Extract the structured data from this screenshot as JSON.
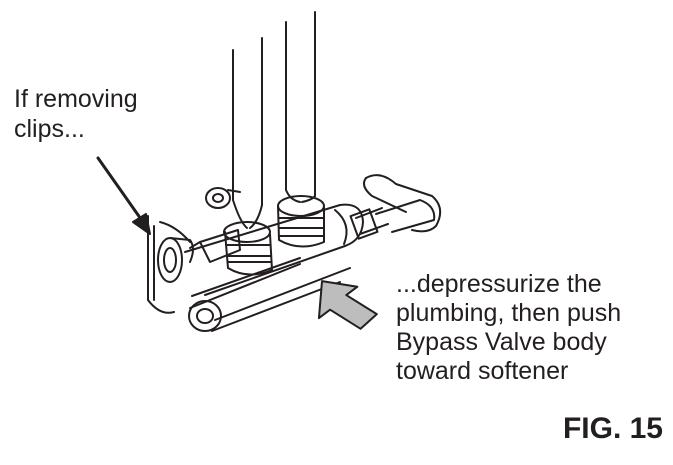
{
  "annotations": {
    "clips_note": "If removing\nclips...",
    "depressurize_note": "...depressurize the\nplumbing, then push\nBypass Valve body\ntoward softener"
  },
  "figure": {
    "label": "FIG. 15"
  },
  "colors": {
    "ink": "#231f20",
    "background": "#ffffff",
    "arrow_fill": "#bdbdbd"
  }
}
